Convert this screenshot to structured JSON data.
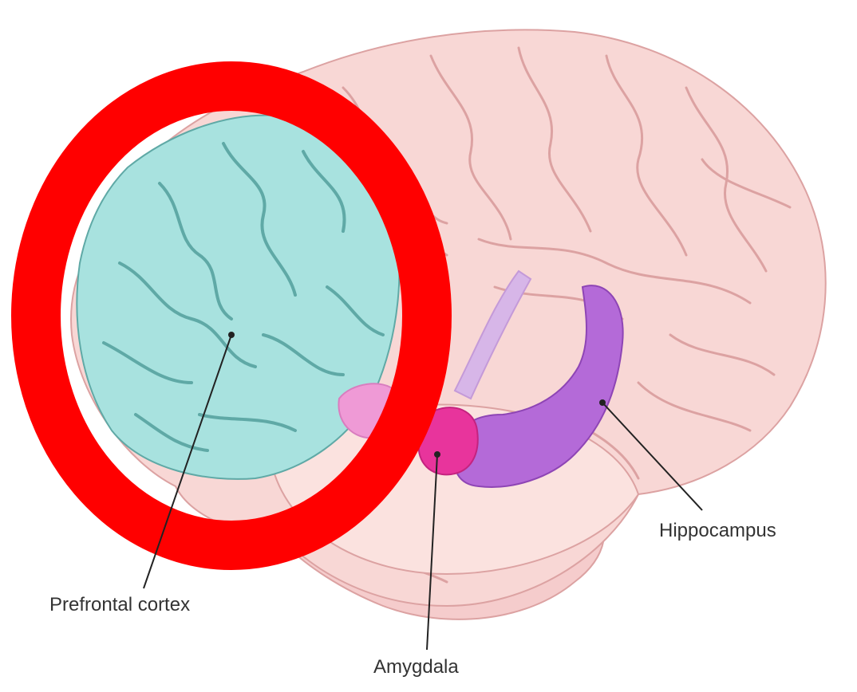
{
  "labels": {
    "prefrontal_cortex": "Prefrontal cortex",
    "hippocampus": "Hippocampus",
    "amygdala": "Amygdala"
  },
  "colors": {
    "brain": "#f8d7d5",
    "brain_fold": "#dca2a2",
    "prefrontal_cortex": "#a8e2df",
    "prefrontal_fold": "#5fa9a6",
    "hippocampus": "#b46ad8",
    "amygdala": "#e8349c",
    "fornix": "#d7b6e8",
    "highlight_ring": "#ff0000",
    "leader_line": "#222222"
  },
  "icons": {
    "highlight": "red-ring-highlight"
  }
}
